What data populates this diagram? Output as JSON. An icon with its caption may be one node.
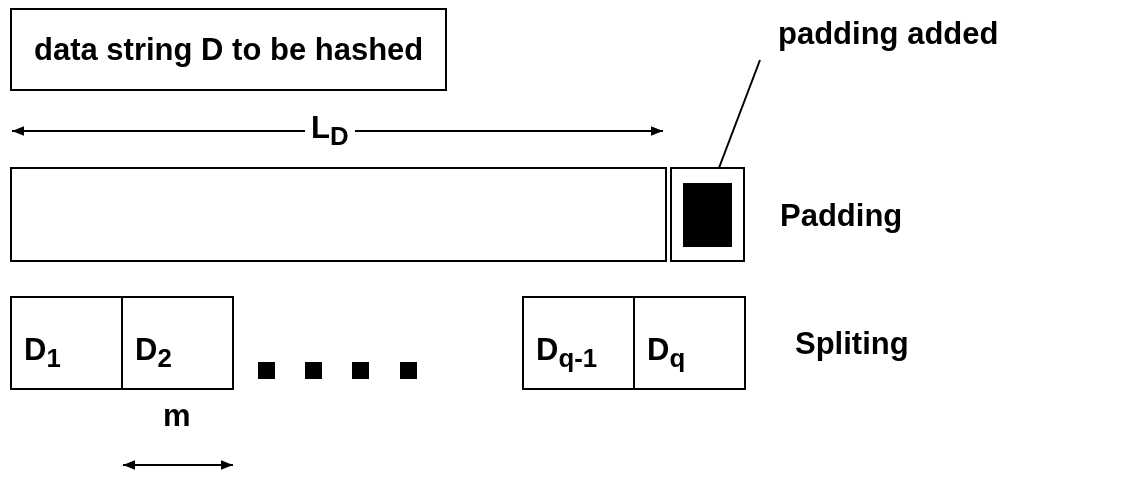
{
  "diagram": {
    "nodes": [
      {
        "text": [
          "data string D to be hashed"
        ]
      },
      {
        "text": [],
        "shape": "box"
      },
      {
        "text": [],
        "shape": "box"
      },
      {
        "text": [],
        "shape": "box",
        "in": 2
      },
      {
        "text": [
          "padding added"
        ]
      },
      {
        "text": [
          "D$_{1}$"
        ]
      },
      {
        "text": [
          "D$_{2}$"
        ]
      },
      {
        "text": [
          "D$_{q-1}$"
        ]
      },
      {
        "text": [
          "D$_{q}$"
        ]
      }
    ],
    "edges": [
      {
        "from": 4,
        "to": 3,
        "arrow": "none"
      }
    ],
    "labels": [
      "L$_{D}$",
      "Padding",
      "Spliting",
      "m"
    ]
  }
}
